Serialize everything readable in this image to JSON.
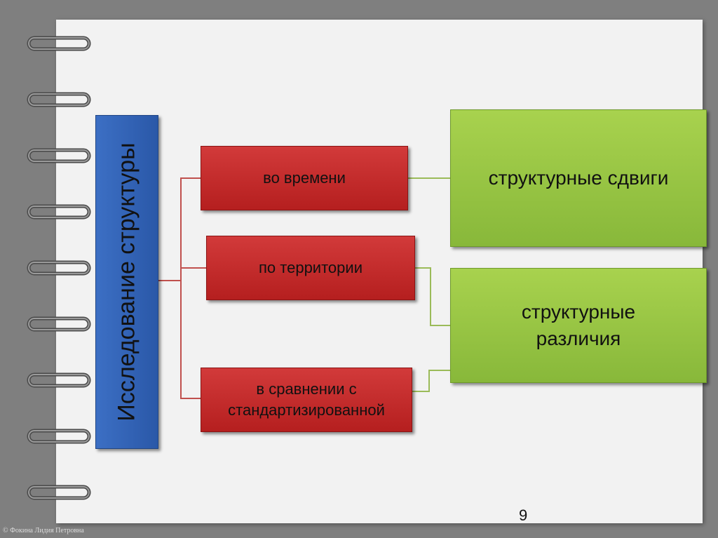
{
  "diagram": {
    "root": {
      "label": "Исследование структуры"
    },
    "methods": [
      {
        "label": "во времени"
      },
      {
        "label": "по территории"
      },
      {
        "label": "в сравнении с стандартизированной"
      }
    ],
    "results": [
      {
        "label": "структурные сдвиги"
      },
      {
        "label": "структурные различия"
      }
    ]
  },
  "colors": {
    "background": "#7f7f7f",
    "page": "#f2f2f2",
    "root_fill": "#2f62b5",
    "method_fill": "#c42b2b",
    "result_fill": "#96c53f",
    "red_connector": "#c0504d",
    "green_connector": "#9bbb59"
  },
  "page_number": "9",
  "footer": "© Фокина Лидия Петровна"
}
